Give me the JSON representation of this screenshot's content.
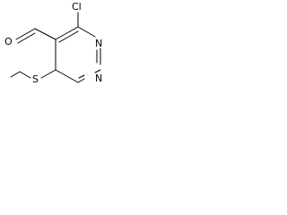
{
  "molecule": {
    "atoms": {
      "chlorine": "Cl",
      "oxygen": "O",
      "nitrogen_top": "N",
      "nitrogen_bottom": "N",
      "sulfur": "S"
    },
    "colors": {
      "background": "#ffffff",
      "bond": "#000000",
      "label": "#000000"
    }
  }
}
